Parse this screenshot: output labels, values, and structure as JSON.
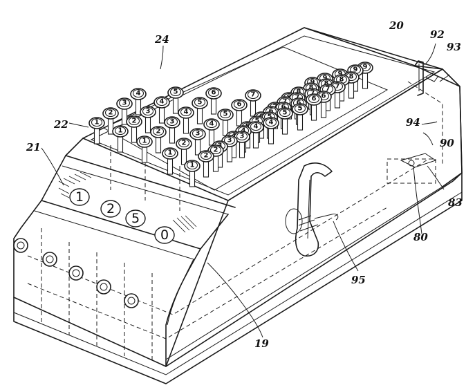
{
  "reference_numerals": {
    "n19": "19",
    "n20": "20",
    "n21": "21",
    "n22": "22",
    "n24": "24",
    "n80": "80",
    "n83": "83",
    "n90": "90",
    "n92": "92",
    "n93": "93",
    "n94": "94",
    "n95": "95"
  },
  "result_dials": [
    "1",
    "2",
    "5",
    "0"
  ],
  "keyboard": {
    "columns": [
      [
        "1",
        "2",
        "3",
        "4"
      ],
      [
        "1",
        "2",
        "3",
        "4",
        "5"
      ],
      [
        "1",
        "2",
        "3",
        "4",
        "5",
        "6"
      ],
      [
        "1",
        "2",
        "3",
        "4",
        "5",
        "6",
        "7"
      ],
      [
        "1",
        "2",
        "3",
        "4",
        "5",
        "6",
        "7",
        "8"
      ],
      [
        "2",
        "3",
        "4",
        "5",
        "6",
        "7",
        "8",
        "9"
      ],
      [
        "3",
        "4",
        "5",
        "6",
        "7",
        "8",
        "9"
      ],
      [
        "4",
        "5",
        "6",
        "7",
        "8",
        "9"
      ],
      [
        "5",
        "6",
        "7",
        "8",
        "9"
      ],
      [
        "6",
        "7",
        "8",
        "9"
      ]
    ]
  }
}
